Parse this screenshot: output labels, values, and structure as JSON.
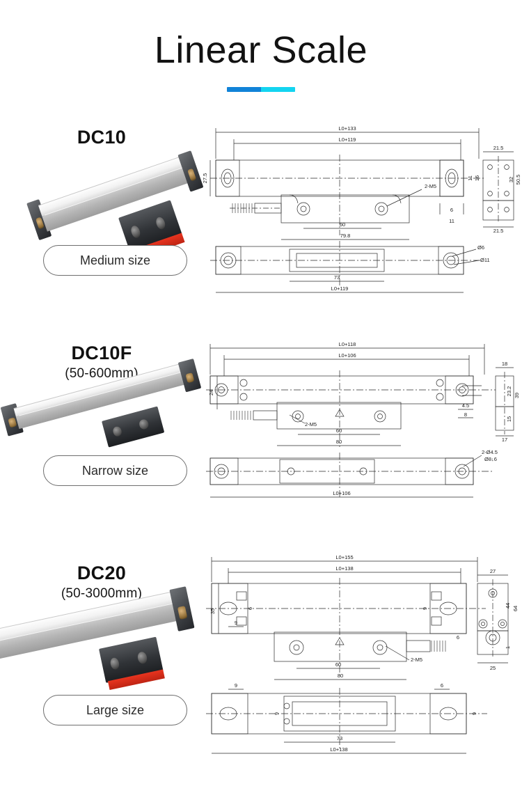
{
  "header": {
    "title": "Linear Scale",
    "accent_colors": [
      "#1183d8",
      "#14d4f0"
    ]
  },
  "products": [
    {
      "model": "DC10",
      "range": "",
      "size_label": "Medium size",
      "photo_alt": "DC10 linear scale encoder",
      "drawing": {
        "overall_dims": [
          "L0+133",
          "L0+119"
        ],
        "side_dims": [
          "27.5"
        ],
        "slider_dims": [
          "60",
          "79.8"
        ],
        "thread_callout": "2-M5",
        "end_detail_dims": [
          "11",
          "16",
          "6",
          "11"
        ],
        "section_dims": [
          "21.5",
          "32",
          "50.5",
          "21.5"
        ],
        "bottom_dims": [
          "73",
          "L0+119"
        ],
        "hole_callouts": [
          "Ø6",
          "Ø11"
        ]
      }
    },
    {
      "model": "DC10F",
      "range": "(50-600mm)",
      "size_label": "Narrow size",
      "photo_alt": "DC10F narrow linear scale encoder",
      "drawing": {
        "overall_dims": [
          "L0+118",
          "L0+106"
        ],
        "side_dims": [
          "24"
        ],
        "slider_dims": [
          "60",
          "80"
        ],
        "thread_callout": "2-M5",
        "end_detail_dims": [
          "4.5",
          "8"
        ],
        "section_dims": [
          "18",
          "23.2",
          "39",
          "15",
          "17"
        ],
        "bottom_dims": [
          "L0+106"
        ],
        "hole_callouts": [
          "2-Ø4.5",
          "Ø8↓6"
        ]
      }
    },
    {
      "model": "DC20",
      "range": "(50-3000mm)",
      "size_label": "Large size",
      "photo_alt": "DC20 large linear scale encoder",
      "drawing": {
        "overall_dims": [
          "L0+155",
          "L0+138"
        ],
        "side_dims": [
          "35",
          "9",
          "6",
          "9"
        ],
        "slider_dims": [
          "60",
          "80"
        ],
        "thread_callout": "2-M5",
        "end_detail_dims": [
          "6",
          "1"
        ],
        "section_dims": [
          "27",
          "44",
          "64",
          "25"
        ],
        "bottom_dims": [
          "9",
          "6",
          "9",
          "9",
          "73",
          "L0+138"
        ],
        "hole_callouts": []
      }
    }
  ]
}
